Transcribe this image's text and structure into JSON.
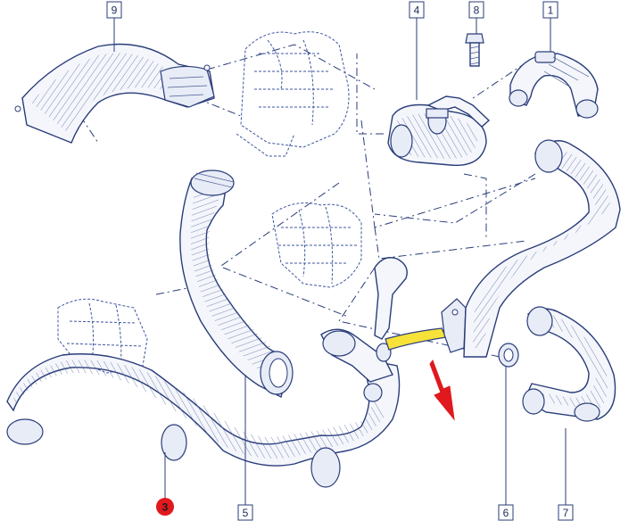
{
  "callouts": {
    "c1": "1",
    "c3": "3",
    "c4": "4",
    "c5": "5",
    "c6": "6",
    "c7": "7",
    "c8": "8",
    "c9": "9"
  },
  "highlight": {
    "part_color": "#f7e23a",
    "arrow_color": "#e0191f",
    "marker_color": "#e0191f"
  }
}
